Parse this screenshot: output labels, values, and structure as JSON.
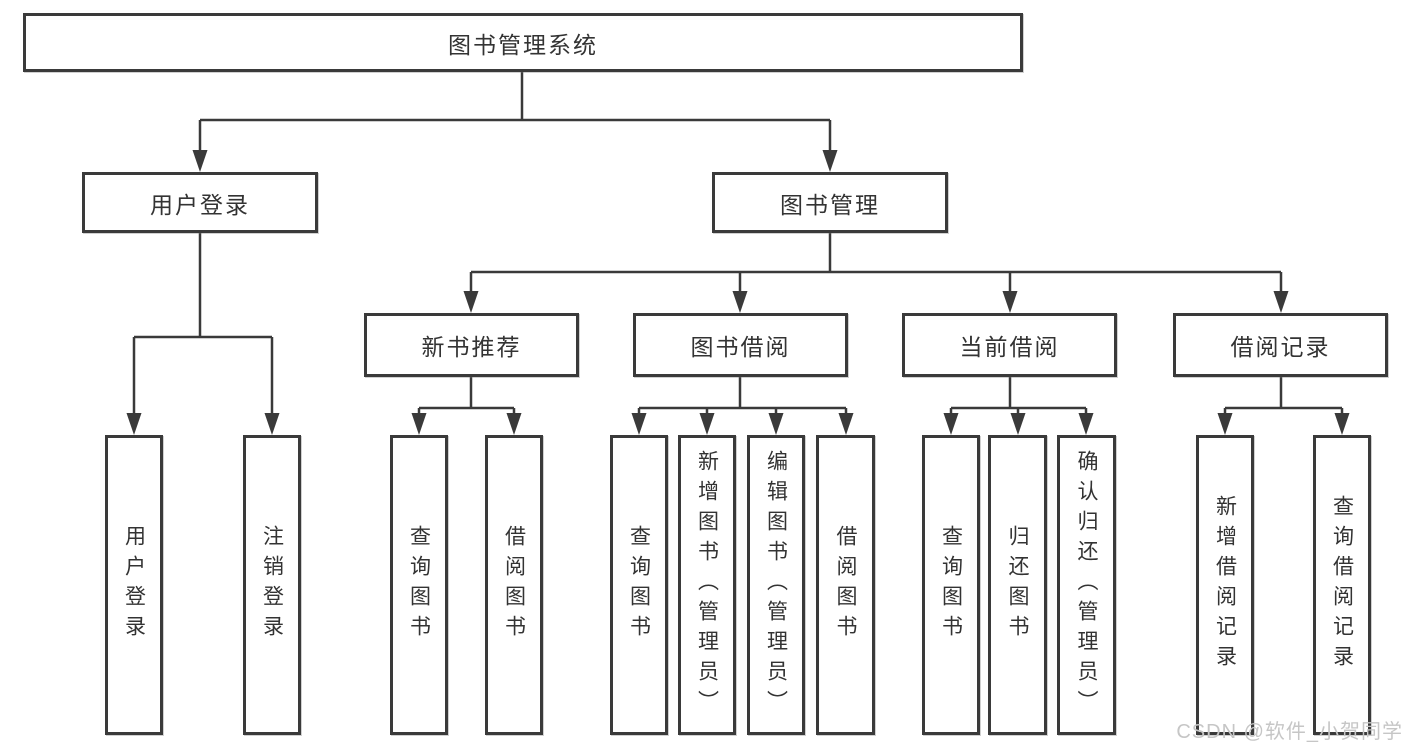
{
  "tree": {
    "root": "图书管理系统",
    "children": [
      {
        "label": "用户登录",
        "children": [
          {
            "label": "用户登录"
          },
          {
            "label": "注销登录"
          }
        ]
      },
      {
        "label": "图书管理",
        "children": [
          {
            "label": "新书推荐",
            "children": [
              {
                "label": "查询图书"
              },
              {
                "label": "借阅图书"
              }
            ]
          },
          {
            "label": "图书借阅",
            "children": [
              {
                "label": "查询图书"
              },
              {
                "label": "新增图书（管理员）"
              },
              {
                "label": "编辑图书（管理员）"
              },
              {
                "label": "借阅图书"
              }
            ]
          },
          {
            "label": "当前借阅",
            "children": [
              {
                "label": "查询图书"
              },
              {
                "label": "归还图书"
              },
              {
                "label": "确认归还（管理员）"
              }
            ]
          },
          {
            "label": "借阅记录",
            "children": [
              {
                "label": "新增借阅记录"
              },
              {
                "label": "查询借阅记录"
              }
            ]
          }
        ]
      }
    ]
  },
  "watermark": "CSDN @软件_小贺同学",
  "colors": {
    "line": "#3a3a3a",
    "box_border": "#3a3a3a",
    "box_fill": "#ffffff",
    "text": "#333333",
    "watermark": "#c6c6c6"
  }
}
